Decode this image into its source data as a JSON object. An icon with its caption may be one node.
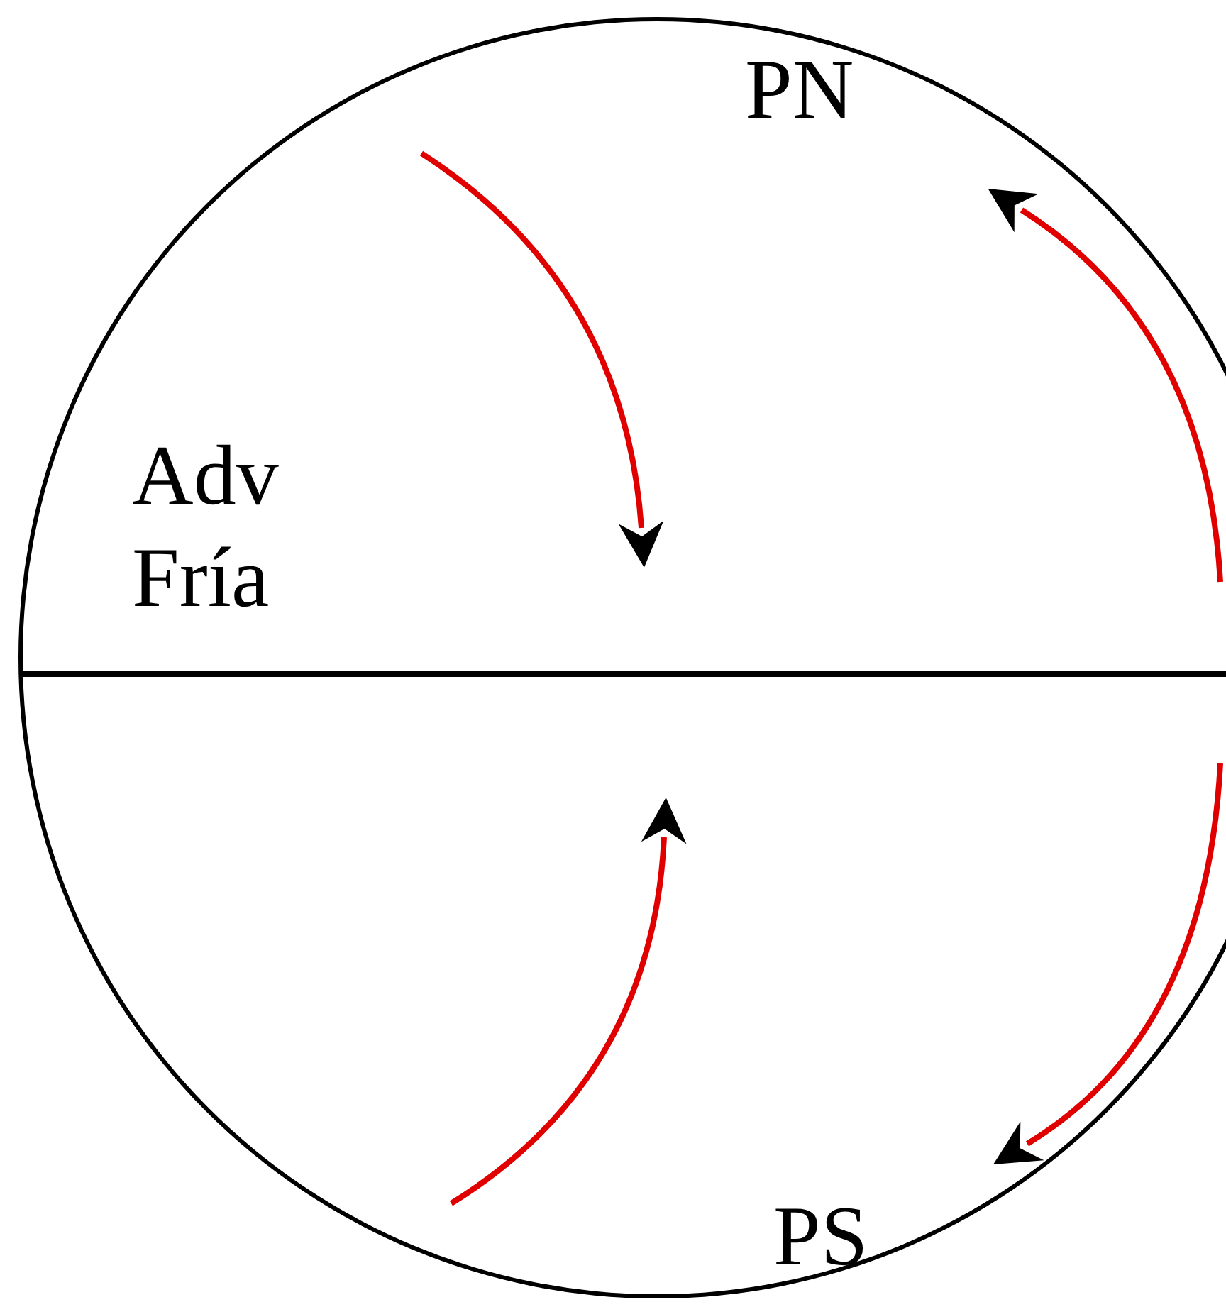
{
  "diagram": {
    "nodes": [
      {
        "text": [
          "PN",
          "Adv Fría",
          "PS"
        ]
      }
    ]
  }
}
